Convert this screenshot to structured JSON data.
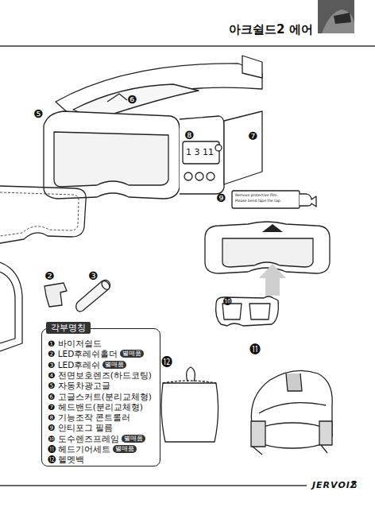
{
  "diagram": {
    "title": "아크쉴드2 에어",
    "nodes": [
      {
        "text": [
          "각부명칭",
          "❶ 바이저쉴드",
          "❷ LED후레쉬홀더",
          "❸ LED후레쉬",
          "❹ 전면보호렌즈(하드코팅)",
          "❺ 자동차광고글",
          "❻ 고글스커트(분리교체형)",
          "❼ 헤드밴드(분리교체형)",
          "❽ 기능조작 콘트롤러",
          "❾ 안티포그 필름",
          "❿ 도수렌즈프레임",
          "⓫ 헤드기어세트",
          "⓬ 헬멧백"
        ]
      },
      {
        "text": [
          "별매품"
        ],
        "in": 0
      },
      {
        "text": [
          "별매품"
        ],
        "in": 0
      },
      {
        "text": [
          "별매품"
        ],
        "in": 0
      },
      {
        "text": [
          "별매품"
        ],
        "in": 0
      }
    ],
    "labels": [
      "❻",
      "❺",
      "❽",
      "❼",
      "1 3 11",
      "❾",
      "Remove protective film.",
      "Please bend tape the tap.",
      "❷",
      "❸",
      "❿",
      "⓬",
      "⓫",
      "JERVOIZ",
      "5"
    ]
  }
}
